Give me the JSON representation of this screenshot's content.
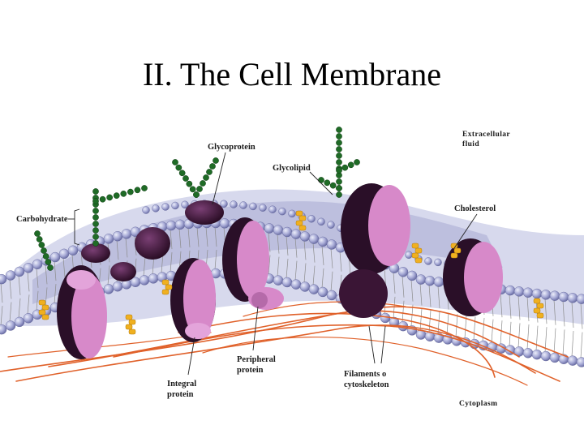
{
  "slide": {
    "title": "II.  The Cell Membrane"
  },
  "diagram": {
    "labels": {
      "extracellular_1": "Extracellular",
      "extracellular_2": "fluid",
      "glycoprotein": "Glycoprotein",
      "glycolipid": "Glycolipid",
      "carbohydrate": "Carbohydrate",
      "cholesterol": "Cholesterol",
      "peripheral_1": "Peripheral",
      "peripheral_2": "protein",
      "integral_1": "Integral",
      "integral_2": "protein",
      "filaments_1": "Filaments o",
      "filaments_2": "cytoskeleton",
      "cytoplasm": "Cytoplasm"
    },
    "colors": {
      "phosphate_head": "#9ea1cf",
      "lipid_tail": "#8c8c8c",
      "protein": "#d789c9",
      "protein_dark": "#2a0f28",
      "carbohydrate": "#1f6b26",
      "cholesterol": "#f0b020",
      "filament": "#e0612a"
    }
  }
}
